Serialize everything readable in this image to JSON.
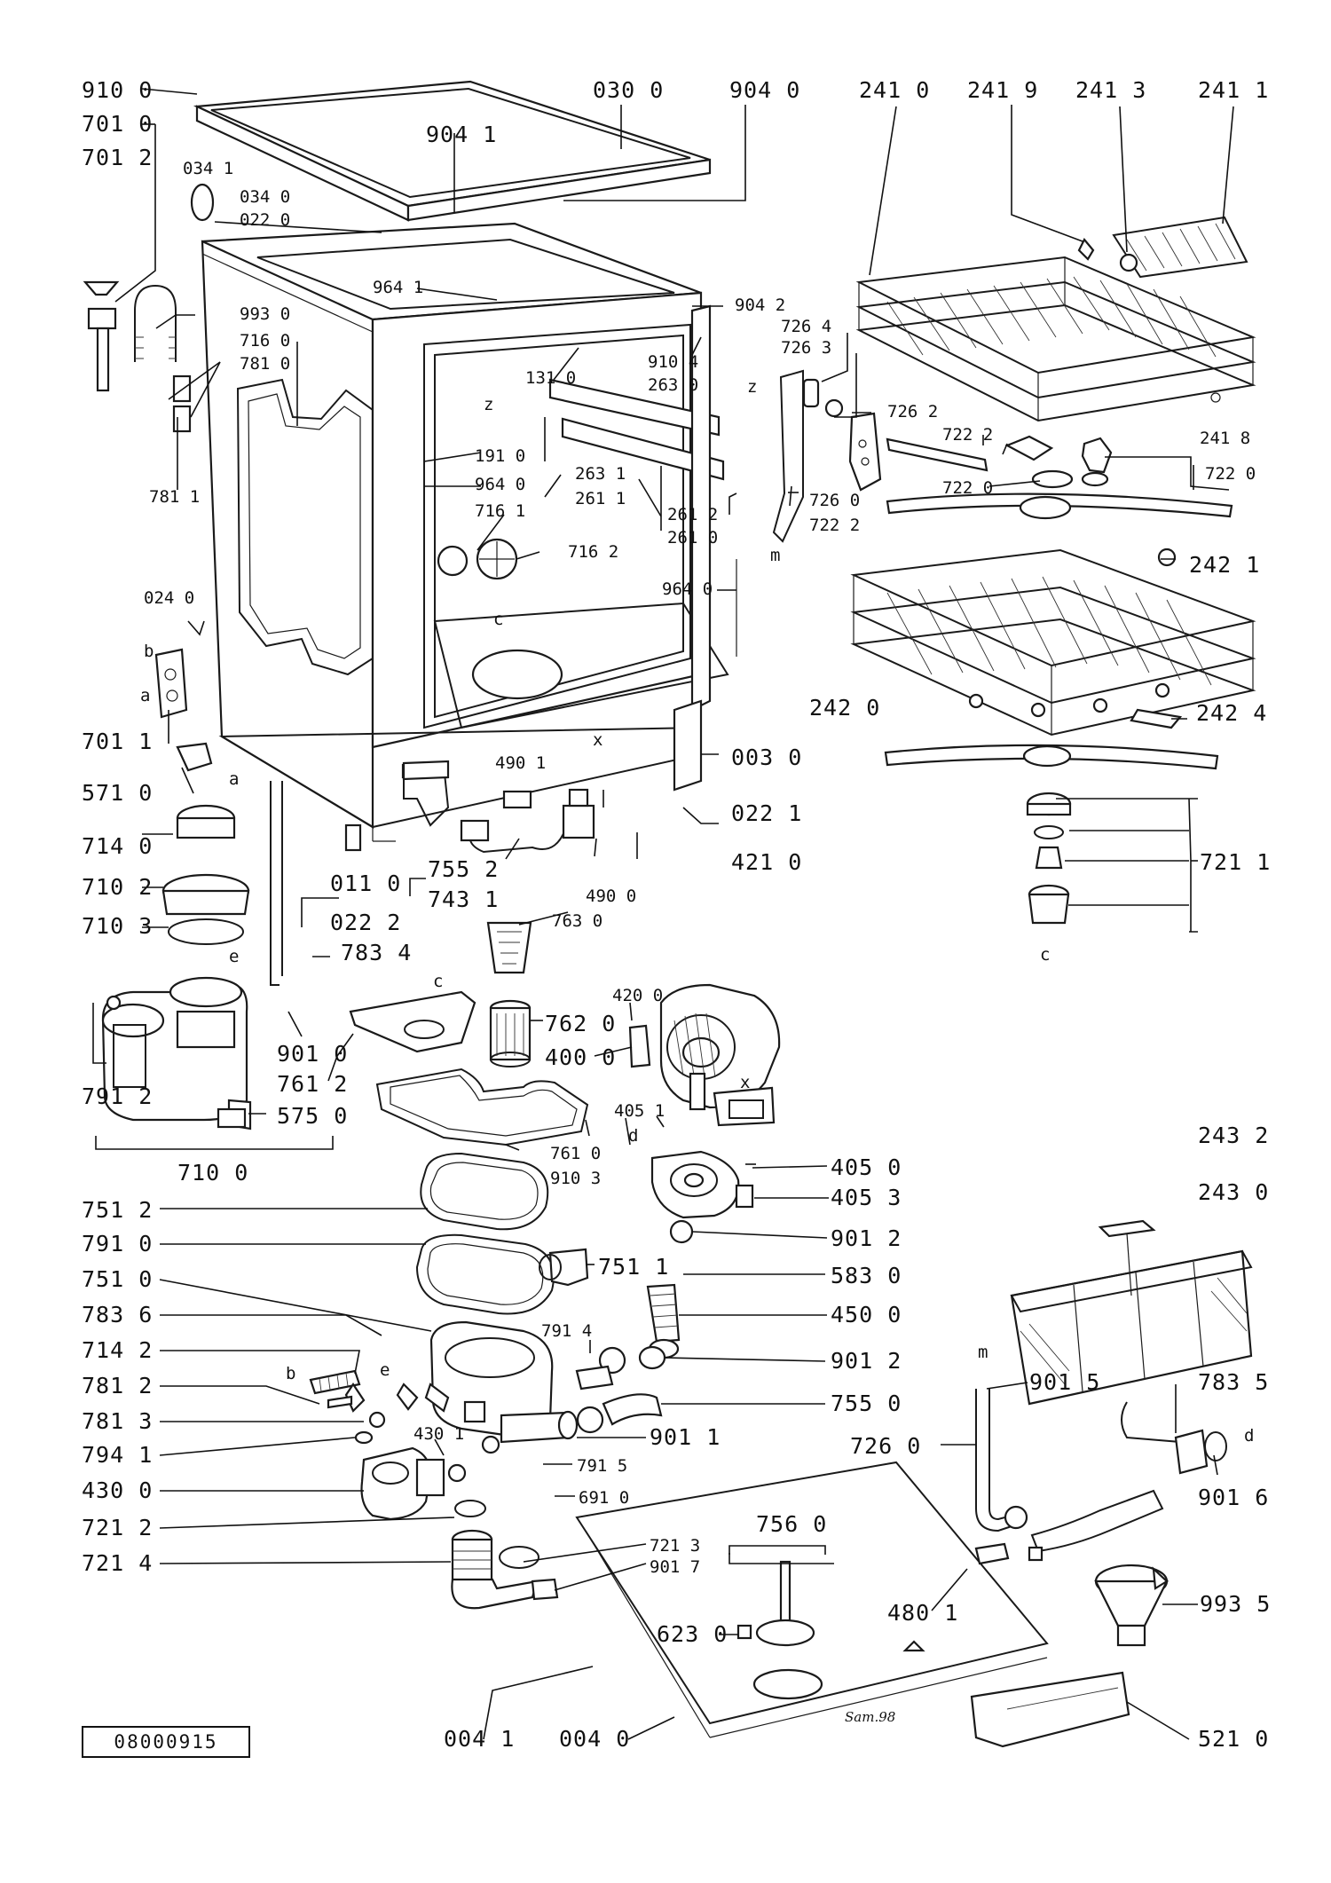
{
  "drawing_number": "08000915",
  "signature": "Sam.98",
  "letter_markers": [
    "a",
    "b",
    "c",
    "d",
    "e",
    "m",
    "x",
    "z"
  ],
  "labels": {
    "p910_0": "910 0",
    "p701_0": "701 0",
    "p701_2": "701 2",
    "p034_1": "034 1",
    "p034_0": "034 0",
    "p022_0": "022 0",
    "p030_0": "030 0",
    "p904_1": "904 1",
    "p904_0": "904 0",
    "p241_0": "241 0",
    "p241_9": "241 9",
    "p241_3": "241 3",
    "p241_1": "241 1",
    "p964_1": "964 1",
    "p904_2": "904 2",
    "p726_4": "726 4",
    "p726_3": "726 3",
    "p910_4": "910 4",
    "p263_0": "263 0",
    "p993_0": "993 0",
    "p716_0": "716 0",
    "p781_0": "781 0",
    "p131_0": "131 0",
    "p726_2": "726 2",
    "p722_2a": "722 2",
    "p241_8": "241 8",
    "p722_0a": "722 0",
    "p722_0b": "722 0",
    "p781_1": "781 1",
    "p191_0": "191 0",
    "p964_0a": "964 0",
    "p263_1": "263 1",
    "p261_1": "261 1",
    "p261_2": "261 2",
    "p261_0": "261 0",
    "p726_0a": "726 0",
    "p722_2b": "722 2",
    "p716_1": "716 1",
    "p716_2": "716 2",
    "p964_0b": "964 0",
    "p242_1": "242 1",
    "p024_0": "024 0",
    "p242_0": "242 0",
    "p242_4": "242 4",
    "p701_1": "701 1",
    "p003_0": "003 0",
    "p571_0": "571 0",
    "p490_1": "490 1",
    "p022_1": "022 1",
    "p721_1": "721 1",
    "p714_0": "714 0",
    "p755_2": "755 2",
    "p421_0": "421 0",
    "p011_0": "011 0",
    "p743_1": "743 1",
    "p710_2": "710 2",
    "p490_0": "490 0",
    "p763_0": "763 0",
    "p022_2": "022 2",
    "p710_3": "710 3",
    "p783_4": "783 4",
    "p420_0": "420 0",
    "p762_0": "762 0",
    "p400_0": "400 0",
    "p901_0a": "901 0",
    "p761_2": "761 2",
    "p791_2": "791 2",
    "p575_0": "575 0",
    "p405_1": "405 1",
    "p761_0": "761 0",
    "p910_3": "910 3",
    "p243_2": "243 2",
    "p405_0": "405 0",
    "p243_0": "243 0",
    "p710_0": "710 0",
    "p405_3": "405 3",
    "p751_2": "751 2",
    "p901_2a": "901 2",
    "p791_0": "791 0",
    "p751_1": "751 1",
    "p583_0": "583 0",
    "p751_0": "751 0",
    "p450_0": "450 0",
    "p783_6": "783 6",
    "p791_4": "791 4",
    "p901_2b": "901 2",
    "p714_2": "714 2",
    "p755_0": "755 0",
    "p901_5": "901 5",
    "p783_5": "783 5",
    "p781_2": "781 2",
    "p901_1": "901 1",
    "p726_0b": "726 0",
    "p781_3": "781 3",
    "p430_1": "430 1",
    "p794_1": "794 1",
    "p791_5": "791 5",
    "p901_6": "901 6",
    "p430_0": "430 0",
    "p691_0": "691 0",
    "p721_2": "721 2",
    "p721_3": "721 3",
    "p756_0": "756 0",
    "p721_4": "721 4",
    "p901_7": "901 7",
    "p480_1": "480 1",
    "p993_5": "993 5",
    "p623_0": "623 0",
    "p004_1": "004 1",
    "p004_0": "004 0",
    "p521_0": "521 0"
  }
}
